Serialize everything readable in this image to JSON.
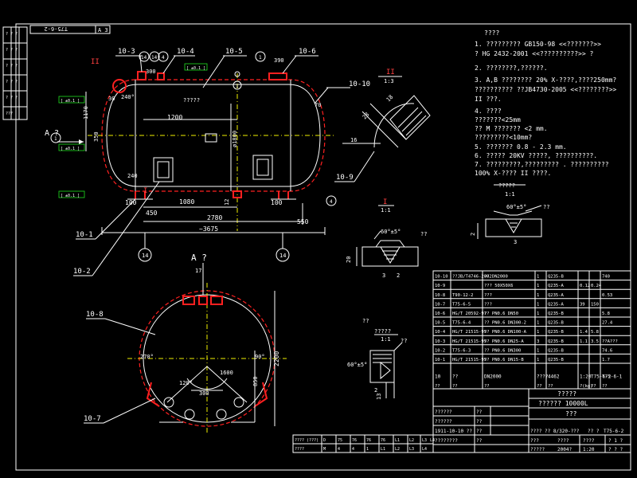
{
  "title_strip": {
    "drawing_no": "T75-6-2",
    "sheet": "A 3"
  },
  "left_strip": [
    "? ? ?",
    "? ? ?",
    "? ? ?",
    "? ? ?",
    "? ? ?",
    "???"
  ],
  "main_view": {
    "callouts": [
      "10-3",
      "10-4",
      "10-5",
      "10-6",
      "10-10",
      "10-9",
      "10-1",
      "10-2",
      "10-7",
      "10-8"
    ],
    "part_numbers": {
      "top": [
        "14",
        "14",
        "4",
        "1",
        "1"
      ],
      "bottom_left": "14",
      "bottom_mid": "14",
      "bottom_right": "4",
      "nozzle_A": "1"
    },
    "dims": {
      "d1200": "1200",
      "d1080": "1080",
      "d2780": "2780",
      "d3675": "~3675",
      "d450": "450",
      "d100a": "100",
      "d100b": "100",
      "d550": "550",
      "d300": "300",
      "d390": "390",
      "d240a": "240°",
      "d240b": "240",
      "d30": "30",
      "d1170": "1170",
      "d350": "350",
      "d1800": "ø1800",
      "d12": "12",
      "d70": "70"
    },
    "view_A_label": "A ?",
    "roman_I": "I",
    "roman_II": "II",
    "inner_label": "?????",
    "sections": [
      "[ ±0.1 ]",
      "[ ±0.1 ]",
      "[ ±0.1 ]",
      "[ ±0.1 ]"
    ]
  },
  "detail_1_13": {
    "label": "II",
    "scale": "1:3",
    "dims": [
      "28",
      "18",
      "16"
    ]
  },
  "detail_I": {
    "label": "I",
    "scale": "1:1",
    "dims": [
      "60°±5°",
      "20",
      "3",
      "2",
      "??"
    ]
  },
  "detail_right": {
    "title": "?????",
    "scale": "1:1",
    "dims": [
      "60°±5°",
      "2",
      "3",
      "??"
    ]
  },
  "detail_mid": {
    "title": "??",
    "title2": "?????",
    "scale": "1:1",
    "dims": [
      "60°±5°",
      "2",
      "13",
      "??"
    ]
  },
  "side_view": {
    "title": "A ?",
    "dims": {
      "d2200": "2200",
      "d1600": "1600",
      "d270": "270°",
      "d90": "90°",
      "d120": "120°",
      "d300": "300",
      "d850": "850",
      "d17": "17"
    }
  },
  "notes": {
    "header": "????",
    "lines": [
      "1. ????????? GB150-98  <<???????>>",
      "   ? HG 2432-2001 <<??????????>> ?",
      "2. ????????,??????.",
      "3. A,B ???????? 20% X-????,????250mm?",
      "   ??????????    ??JB4730-2005 <<????????>>",
      "   II ???.",
      "4. ????",
      "   ???????<25mm",
      "   ?? M ???????    <2 mm.",
      "   ?????????<10mm?",
      "5. ??????? 0.8 - 2.3  mm.",
      "6. ????? 20KV ?????,  ??????????.",
      "7. ?????????,?????????   . ??????????",
      "   100% X-???? II ????."
    ]
  },
  "parts_table": {
    "rows": [
      [
        "10-10",
        "??JB/T4746-2002",
        "??  DN2000",
        "1",
        "Q235-B",
        "",
        "",
        "740"
      ],
      [
        "10-9",
        "",
        "???  50X50X6",
        "1",
        "Q235-A",
        "0.12",
        "0.24",
        ""
      ],
      [
        "10-8",
        "T90-12-2",
        "???",
        "1",
        "Q235-A",
        "",
        "",
        "0.53"
      ],
      [
        "10-7",
        "T75-6-5",
        "???",
        "1",
        "Q235-A",
        "39",
        "150",
        ""
      ],
      [
        "10-6",
        "HG/T 20592-97",
        "??  PN0.6 DN50",
        "1",
        "Q235-B",
        "",
        "",
        "5.8"
      ],
      [
        "10-5",
        "T75-6-4",
        "??  PN0.6 DN300-2",
        "1",
        "Q235-B",
        "",
        "",
        "27.4"
      ],
      [
        "10-4",
        "HG/T 21515-95",
        "?? PN0.6 DN100-A",
        "1",
        "Q235-B",
        "1.4",
        "5.8",
        ""
      ],
      [
        "10-3",
        "HG/T 21515-95",
        "?? PN0.6 DN25-A",
        "3",
        "Q235-B",
        "1.1",
        "3.5",
        "??A???"
      ],
      [
        "10-2",
        "T75-6-3",
        "?? PN0.6 DN300",
        "1",
        "Q235-B",
        "",
        "",
        "74.6"
      ],
      [
        "10-1",
        "HG/T 21515-95",
        "?? PN0.6 DN15-B",
        "1",
        "Q235-B",
        "",
        "",
        "1.7"
      ]
    ],
    "assembly_row": [
      "10",
      "??",
      "DN2000",
      "????",
      "4462",
      "1:20",
      "T75-6-2",
      "T75-6-1"
    ],
    "header_row": [
      "??",
      "??",
      "??",
      "??",
      "??",
      "?(kg)",
      "??",
      "??"
    ]
  },
  "title_block": {
    "company": "?????",
    "product": "?????? 10000L",
    "name": "???",
    "rows": [
      [
        "??????",
        "??",
        "?",
        "?",
        "??",
        "??"
      ],
      [
        "??????",
        "??",
        "",
        "",
        "",
        ""
      ],
      [
        "1911-10-10 ??",
        "??",
        "",
        "",
        "",
        ""
      ],
      [
        "????????",
        "??",
        "",
        "",
        "",
        ""
      ]
    ],
    "info": [
      "???? ?? 8/320-???",
      "?? ?",
      "T75-6-2"
    ],
    "bottom": [
      "???",
      "????",
      "????",
      "? 1 ?"
    ],
    "bottom2": [
      "?????",
      "2004?",
      "1:20",
      "? ? ?"
    ]
  },
  "bottom_table": {
    "header": [
      "???? (???)",
      "D",
      "75",
      "76",
      "76",
      "76",
      "L1",
      "L2",
      "L3",
      "L4"
    ],
    "row": [
      "????",
      "M",
      "4",
      "4",
      "1",
      "L1",
      "L2",
      "L3",
      "L4"
    ]
  }
}
